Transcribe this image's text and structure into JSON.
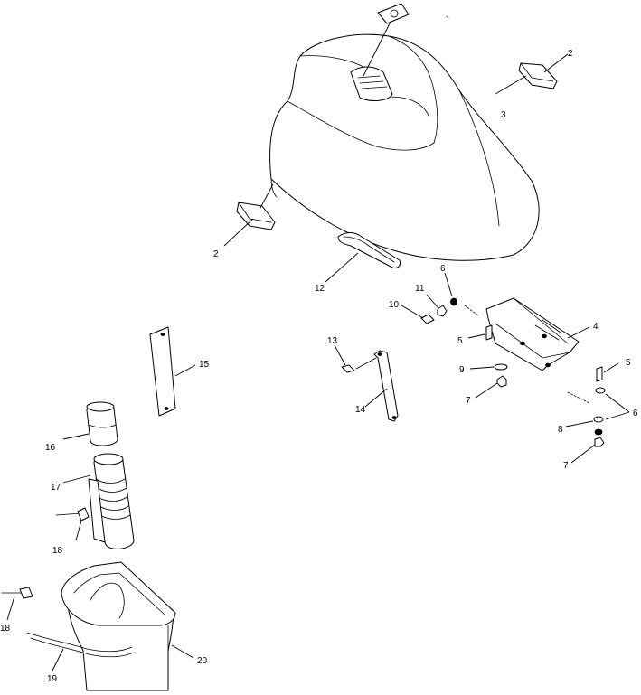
{
  "callouts": [
    {
      "id": "c2a",
      "label": "2"
    },
    {
      "id": "c2b",
      "label": "2"
    },
    {
      "id": "c3",
      "label": "3"
    },
    {
      "id": "c4",
      "label": "4"
    },
    {
      "id": "c5a",
      "label": "5"
    },
    {
      "id": "c5b",
      "label": "5"
    },
    {
      "id": "c6a",
      "label": "6"
    },
    {
      "id": "c6b",
      "label": "6"
    },
    {
      "id": "c7a",
      "label": "7"
    },
    {
      "id": "c7b",
      "label": "7"
    },
    {
      "id": "c8",
      "label": "8"
    },
    {
      "id": "c9",
      "label": "9"
    },
    {
      "id": "c10",
      "label": "10"
    },
    {
      "id": "c11",
      "label": "11"
    },
    {
      "id": "c12",
      "label": "12"
    },
    {
      "id": "c13",
      "label": "13"
    },
    {
      "id": "c14",
      "label": "14"
    },
    {
      "id": "c15",
      "label": "15"
    },
    {
      "id": "c16",
      "label": "16"
    },
    {
      "id": "c17",
      "label": "17"
    },
    {
      "id": "c18a",
      "label": "18"
    },
    {
      "id": "c18b",
      "label": "18"
    },
    {
      "id": "c19",
      "label": "19"
    },
    {
      "id": "c20",
      "label": "20"
    }
  ]
}
